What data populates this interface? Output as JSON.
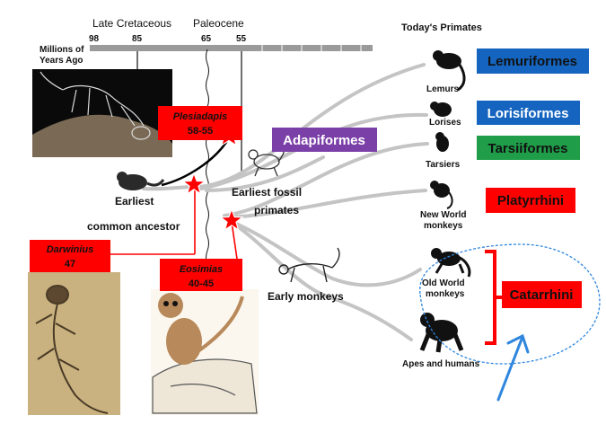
{
  "timeline": {
    "periods": [
      "Late Cretaceous",
      "Paleocene"
    ],
    "unit_label": [
      "Millions of",
      "Years Ago"
    ],
    "ticks": [
      "98",
      "85",
      "65",
      "55"
    ]
  },
  "today_header": "Today's Primates",
  "living": {
    "lemurs": "Lemurs",
    "lorises": "Lorises",
    "tarsiers": "Tarsiers",
    "nwm": [
      "New World",
      "monkeys"
    ],
    "owm": [
      "Old World",
      "monkeys"
    ],
    "apes": "Apes and humans"
  },
  "fossils": {
    "ancestor": [
      "Earliest",
      "common ancestor"
    ],
    "fossil_primates": [
      "Earliest fossil",
      "primates"
    ],
    "early_monkeys": "Early monkeys"
  },
  "boxes": {
    "plesiadapis": {
      "name": "Plesiadapis",
      "age": "58-55"
    },
    "darwinius": {
      "name": "Darwinius",
      "age": "47"
    },
    "eosimias": {
      "name": "Eosimias",
      "age": "40-45"
    }
  },
  "groups": {
    "lemuriformes": "Lemuriformes",
    "lorisiformes": "Lorisiformes",
    "tarsiiformes": "Tarsiiformes",
    "adapiformes": "Adapiformes",
    "platyrrhini": "Platyrrhini",
    "catarrhini": "Catarrhini"
  },
  "colors": {
    "blue": "#1565c0",
    "green": "#1f9d49",
    "purple": "#7b3fa8",
    "red": "#ff0000",
    "branch": "#c4c4c4",
    "annotation_blue": "#2e86de"
  }
}
